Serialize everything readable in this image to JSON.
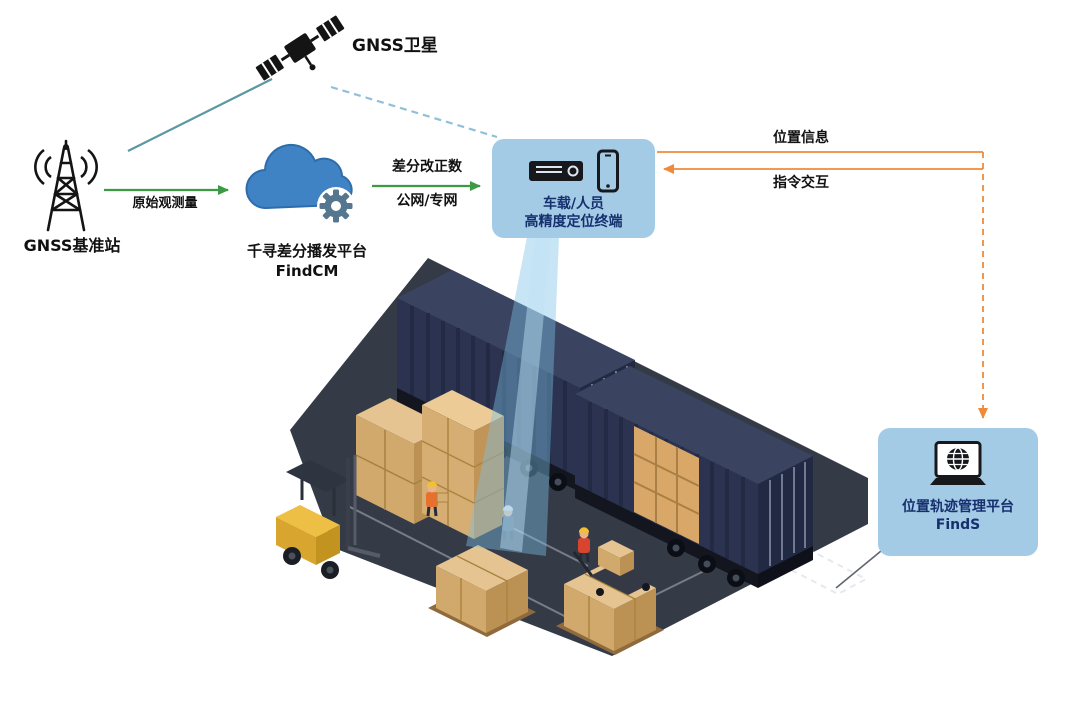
{
  "nodes": {
    "satellite": {
      "label": "GNSS卫星",
      "icon": "satellite-icon"
    },
    "base_station": {
      "label": "GNSS基准站",
      "icon": "radio-tower-icon"
    },
    "cloud": {
      "name": "千寻差分播发平台",
      "product": "FindCM",
      "icon": "cloud-gear-icon"
    },
    "terminal": {
      "line1": "车载/人员",
      "line2": "高精度定位终端",
      "icons": [
        "receiver-icon",
        "smartphone-icon"
      ]
    },
    "platform": {
      "name": "位置轨迹管理平台",
      "product": "FindS",
      "icon": "laptop-globe-icon"
    }
  },
  "edges": {
    "raw_obs": {
      "label": "原始观测量"
    },
    "corrections": {
      "line1": "差分改正数",
      "line2": "公网/专网"
    },
    "position_info": {
      "label": "位置信息"
    },
    "command": {
      "label": "指令交互"
    }
  },
  "colors": {
    "green_arrow": "#3d9a44",
    "orange_arrow": "#ef8a3a",
    "teal_line": "#5b97a4",
    "dashed_blue": "#8fc0d8",
    "callout_bg": "#a4cbe6",
    "callout_text": "#16306e",
    "beam": "#7cc0e8",
    "ground": "#343a46",
    "cloud_blue": "#3f83c4"
  }
}
